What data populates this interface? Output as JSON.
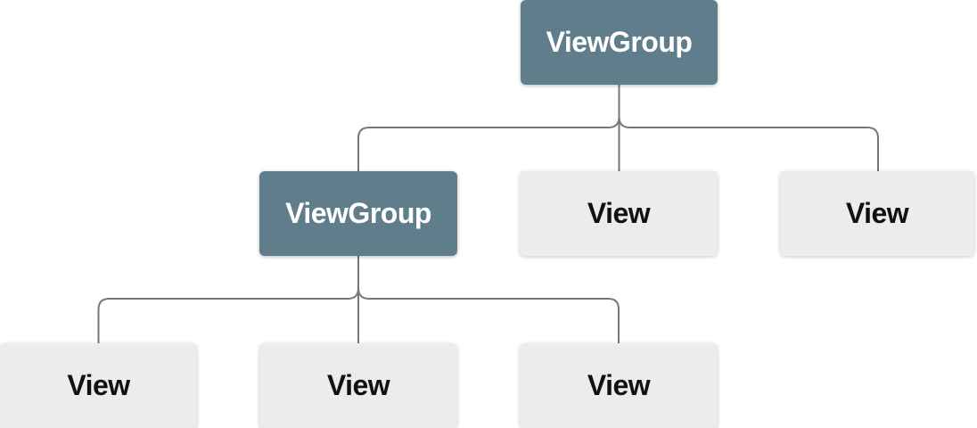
{
  "diagram": {
    "kind": "view-hierarchy-tree",
    "nodes": [
      {
        "id": "root",
        "label": "ViewGroup",
        "type": "viewgroup",
        "level": 1
      },
      {
        "id": "l2-vg",
        "label": "ViewGroup",
        "type": "viewgroup",
        "level": 2
      },
      {
        "id": "l2-view-1",
        "label": "View",
        "type": "view",
        "level": 2
      },
      {
        "id": "l2-view-2",
        "label": "View",
        "type": "view",
        "level": 2
      },
      {
        "id": "l3-view-1",
        "label": "View",
        "type": "view",
        "level": 3
      },
      {
        "id": "l3-view-2",
        "label": "View",
        "type": "view",
        "level": 3
      },
      {
        "id": "l3-view-3",
        "label": "View",
        "type": "view",
        "level": 3
      }
    ],
    "edges": [
      {
        "from": "root",
        "to": "l2-vg"
      },
      {
        "from": "root",
        "to": "l2-view-1"
      },
      {
        "from": "root",
        "to": "l2-view-2"
      },
      {
        "from": "l2-vg",
        "to": "l3-view-1"
      },
      {
        "from": "l2-vg",
        "to": "l3-view-2"
      },
      {
        "from": "l2-vg",
        "to": "l3-view-3"
      }
    ]
  },
  "colors": {
    "viewgroup_fill": "#607d8b",
    "viewgroup_text": "#ffffff",
    "view_fill": "#ececec",
    "view_text": "#111111",
    "connector": "#777777",
    "background": "#ffffff"
  }
}
